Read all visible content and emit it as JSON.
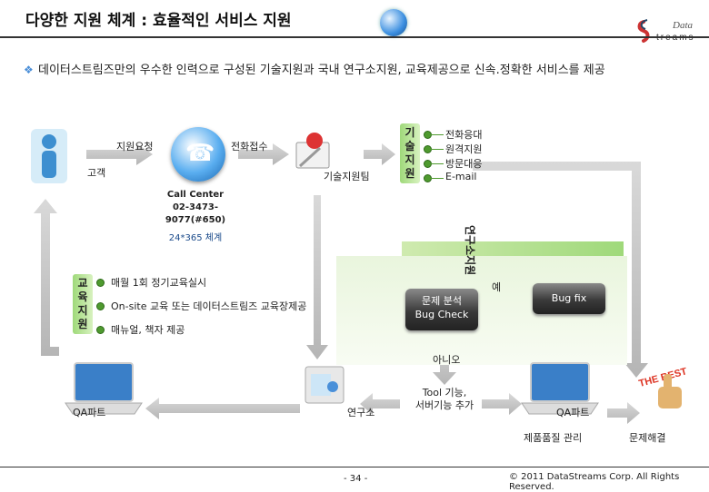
{
  "title": "다양한 지원 체계 : 효율적인 서비스 지원",
  "intro": "데이터스트림즈만의 우수한 인력으로 구성된 기술지원과 국내 연구소지원, 교육제공으로 신속.정확한 서비스를 제공",
  "logo": {
    "word1": "Data",
    "word2": "treams"
  },
  "customer": {
    "label": "고객",
    "request": "지원요청"
  },
  "callcenter": {
    "receive": "전화접수",
    "name": "Call Center",
    "phone": "02-3473-9077(#650)",
    "hours": "24*365 체계"
  },
  "tech_team": {
    "label": "기술지원팀"
  },
  "tech_support": {
    "vertical": [
      "기",
      "술",
      "지",
      "원"
    ],
    "items": [
      "전화응대",
      "원격지원",
      "방문대응",
      "E-mail"
    ]
  },
  "lab_support": {
    "vertical": "연구소지원"
  },
  "edu_support": {
    "vertical": [
      "교",
      "육",
      "지",
      "원"
    ],
    "items": [
      "매월 1회 정기교육실시",
      "On-site 교육 또는 데이터스트림즈 교육장제공",
      "매뉴얼, 책자 제공"
    ]
  },
  "analysis": {
    "line1": "문제 분석",
    "line2": "Bug Check"
  },
  "yes": "예",
  "no": "아니오",
  "bugfix": "Bug fix",
  "tool": {
    "line1": "Tool 기능,",
    "line2": "서버기능 추가"
  },
  "qa_left": "QA파트",
  "lab": "연구소",
  "qa_right": "QA파트",
  "quality": "제품품질 관리",
  "solve": "문제해결",
  "page_no": "- 34 -",
  "copyright": "© 2011 DataStreams Corp. All Rights Reserved.",
  "colors": {
    "accent_green": "#9fd97a",
    "arrow_gray": "#bdbdbd",
    "dark_box": "#333333"
  }
}
